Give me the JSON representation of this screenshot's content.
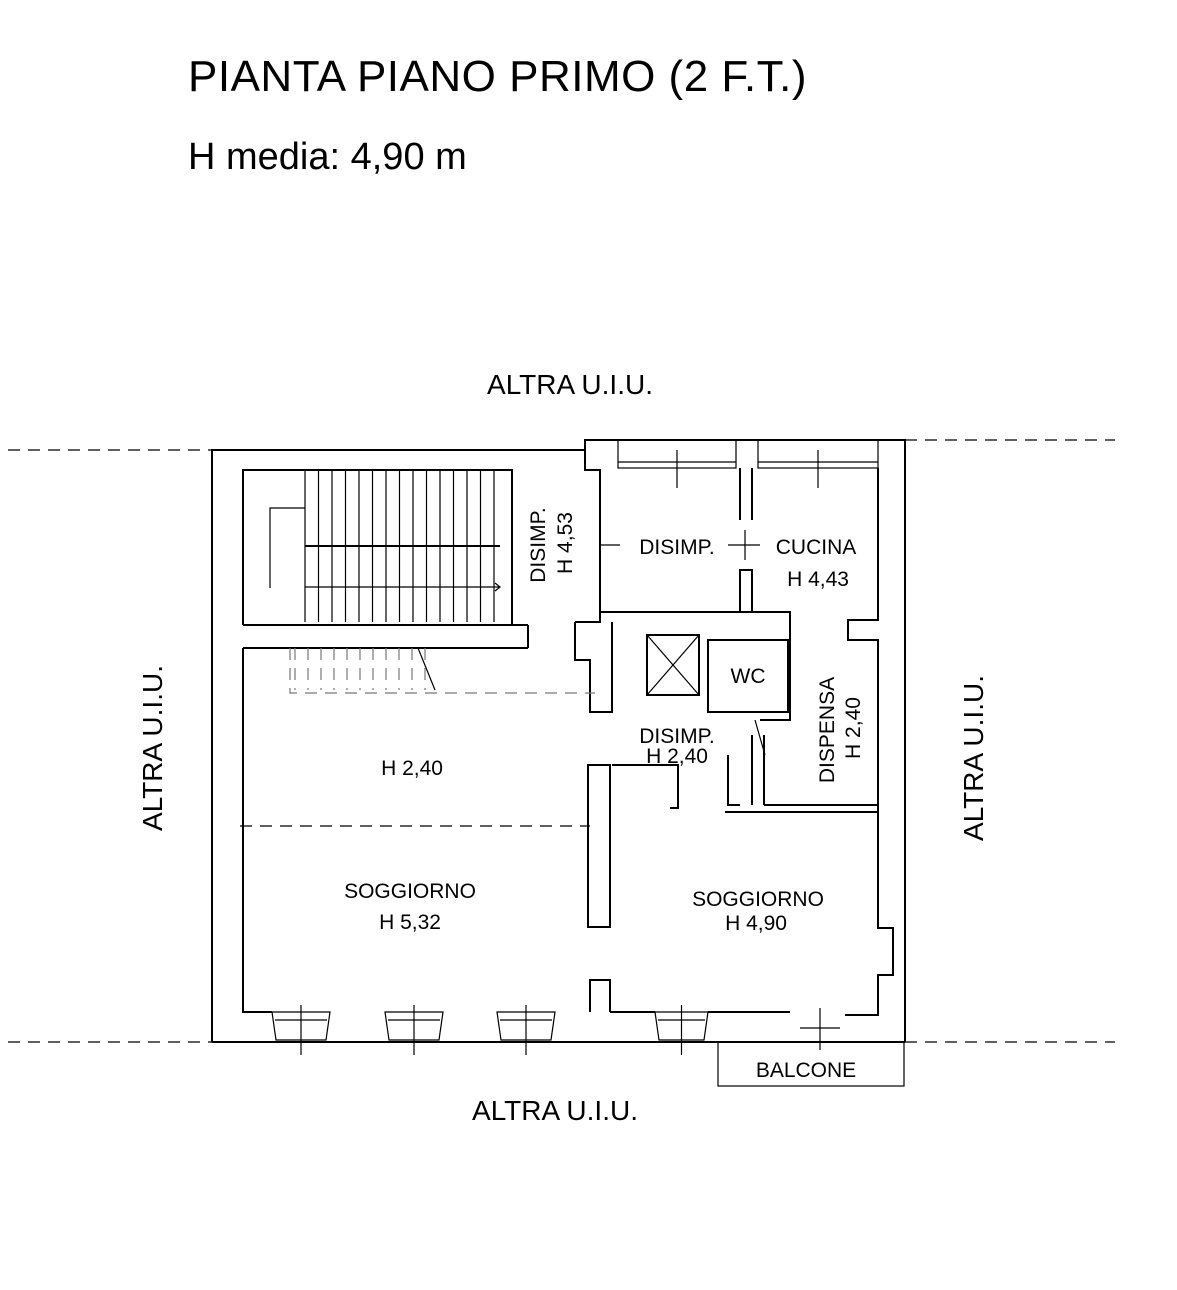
{
  "header": {
    "title": "PIANTA PIANO PRIMO (2 F.T.)",
    "subtitle": "H media: 4,90 m"
  },
  "surroundings": {
    "top": "ALTRA U.I.U.",
    "bottom": "ALTRA U.I.U.",
    "left": "ALTRA U.I.U.",
    "right": "ALTRA U.I.U."
  },
  "rooms": {
    "disimp_vertical": {
      "name": "DISIMP.",
      "height": "H 4,53"
    },
    "disimp_top": {
      "name": "DISIMP."
    },
    "cucina": {
      "name": "CUCINA",
      "height": "H 4,43"
    },
    "wc": {
      "name": "WC"
    },
    "dispensa": {
      "name": "DISPENSA",
      "height": "H 2,40"
    },
    "disimp_mid": {
      "name": "DISIMP.",
      "height": "H 2,40"
    },
    "mezzanine": {
      "height": "H 2,40"
    },
    "soggiorno_left": {
      "name": "SOGGIORNO",
      "height": "H 5,32"
    },
    "soggiorno_right": {
      "name": "SOGGIORNO",
      "height": "H 4,90"
    },
    "balcone": {
      "name": "BALCONE"
    }
  }
}
